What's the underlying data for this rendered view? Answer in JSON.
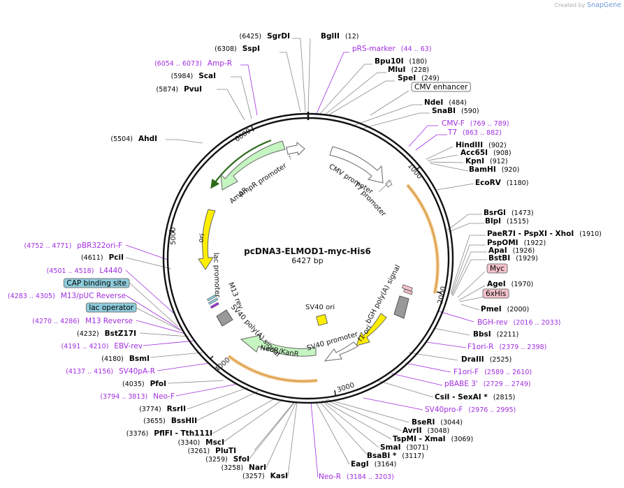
{
  "watermark": {
    "prefix": "Created by",
    "brand": "SnapGene"
  },
  "plasmid": {
    "name": "pcDNA3-ELMOD1-myc-His6",
    "length": "6427 bp"
  },
  "ticks": [
    "1000",
    "2000",
    "3000",
    "4000",
    "5000",
    "6000"
  ],
  "features": [
    {
      "name": "AmpR promoter"
    },
    {
      "name": "AmpR"
    },
    {
      "name": "ori"
    },
    {
      "name": "CMV promoter"
    },
    {
      "name": "T7 promoter"
    },
    {
      "name": "lac promoter"
    },
    {
      "name": "M13 rev"
    },
    {
      "name": "SV40 poly(A) signal"
    },
    {
      "name": "NeoR/KanR"
    },
    {
      "name": "SV40 promoter"
    },
    {
      "name": "f1 ori"
    },
    {
      "name": "bGH poly(A) signal"
    },
    {
      "name": "SV40 ori"
    }
  ],
  "labels": [
    {
      "t": "e",
      "text": "SgrDI",
      "pos": "(6425)"
    },
    {
      "t": "e",
      "text": "SspI",
      "pos": "(6308)"
    },
    {
      "t": "p",
      "text": "Amp-R",
      "pos": "(6054 .. 6073)"
    },
    {
      "t": "e",
      "text": "ScaI",
      "pos": "(5984)"
    },
    {
      "t": "e",
      "text": "PvuI",
      "pos": "(5874)"
    },
    {
      "t": "e",
      "text": "AhdI",
      "pos": "(5504)"
    },
    {
      "t": "e",
      "text": "BglII",
      "pos": "(12)"
    },
    {
      "t": "p",
      "text": "pRS-marker",
      "pos": "(44 .. 63)"
    },
    {
      "t": "e",
      "text": "Bpu10I",
      "pos": "(180)"
    },
    {
      "t": "e",
      "text": "MluI",
      "pos": "(228)"
    },
    {
      "t": "e",
      "text": "SpeI",
      "pos": "(249)"
    },
    {
      "t": "b",
      "text": "CMV enhancer"
    },
    {
      "t": "e",
      "text": "NdeI",
      "pos": "(484)"
    },
    {
      "t": "e",
      "text": "SnaBI",
      "pos": "(590)"
    },
    {
      "t": "p",
      "text": "CMV-F",
      "pos": "(769 .. 789)"
    },
    {
      "t": "p",
      "text": "T7",
      "pos": "(863 .. 882)"
    },
    {
      "t": "e",
      "text": "HindIII",
      "pos": "(902)"
    },
    {
      "t": "e",
      "text": "Acc65I",
      "pos": "(908)"
    },
    {
      "t": "e",
      "text": "KpnI",
      "pos": "(912)"
    },
    {
      "t": "e",
      "text": "BamHI",
      "pos": "(920)"
    },
    {
      "t": "e",
      "text": "EcoRV",
      "pos": "(1180)"
    },
    {
      "t": "e",
      "text": "BsrGI",
      "pos": "(1473)"
    },
    {
      "t": "e",
      "text": "BlpI",
      "pos": "(1515)"
    },
    {
      "t": "e",
      "text": "PaeR7I - PspXI - XhoI",
      "pos": "(1910)"
    },
    {
      "t": "e",
      "text": "PspOMI",
      "pos": "(1922)"
    },
    {
      "t": "e",
      "text": "ApaI",
      "pos": "(1926)"
    },
    {
      "t": "e",
      "text": "BstBI",
      "pos": "(1929)"
    },
    {
      "t": "m",
      "text": "Myc"
    },
    {
      "t": "e",
      "text": "AgeI",
      "pos": "(1970)"
    },
    {
      "t": "m",
      "text": "6xHis"
    },
    {
      "t": "e",
      "text": "PmeI",
      "pos": "(2000)"
    },
    {
      "t": "p",
      "text": "BGH-rev",
      "pos": "(2016 .. 2033)"
    },
    {
      "t": "e",
      "text": "BbsI",
      "pos": "(2211)"
    },
    {
      "t": "p",
      "text": "F1ori-R",
      "pos": "(2379 .. 2398)"
    },
    {
      "t": "e",
      "text": "DraIII",
      "pos": "(2525)"
    },
    {
      "t": "p",
      "text": "F1ori-F",
      "pos": "(2589 .. 2610)"
    },
    {
      "t": "p",
      "text": "pBABE 3'",
      "pos": "(2729 .. 2749)"
    },
    {
      "t": "e",
      "text": "CsiI - SexAI *",
      "pos": "(2815)"
    },
    {
      "t": "p",
      "text": "SV40pro-F",
      "pos": "(2976 .. 2995)"
    },
    {
      "t": "e",
      "text": "BseRI",
      "pos": "(3044)"
    },
    {
      "t": "e",
      "text": "AvrII",
      "pos": "(3048)"
    },
    {
      "t": "e",
      "text": "TspMI - XmaI",
      "pos": "(3069)"
    },
    {
      "t": "e",
      "text": "SmaI",
      "pos": "(3071)"
    },
    {
      "t": "e",
      "text": "BsaBI *",
      "pos": "(3117)"
    },
    {
      "t": "e",
      "text": "EagI",
      "pos": "(3164)"
    },
    {
      "t": "p",
      "text": "Neo-R",
      "pos": "(3184 .. 3203)"
    },
    {
      "t": "e",
      "text": "KasI",
      "pos": "(3257)"
    },
    {
      "t": "e",
      "text": "NarI",
      "pos": "(3258)"
    },
    {
      "t": "e",
      "text": "SfoI",
      "pos": "(3259)"
    },
    {
      "t": "e",
      "text": "PluTI",
      "pos": "(3261)"
    },
    {
      "t": "e",
      "text": "MscI",
      "pos": "(3340)"
    },
    {
      "t": "e",
      "text": "PflFI - Tth111I",
      "pos": "(3376)"
    },
    {
      "t": "e",
      "text": "BssHII",
      "pos": "(3655)"
    },
    {
      "t": "e",
      "text": "RsrII",
      "pos": "(3774)"
    },
    {
      "t": "p",
      "text": "Neo-F",
      "pos": "(3794 .. 3813)"
    },
    {
      "t": "e",
      "text": "PfoI",
      "pos": "(4035)"
    },
    {
      "t": "p",
      "text": "SV40pA-R",
      "pos": "(4137 .. 4156)"
    },
    {
      "t": "e",
      "text": "BsmI",
      "pos": "(4180)"
    },
    {
      "t": "p",
      "text": "EBV-rev",
      "pos": "(4191 .. 4210)"
    },
    {
      "t": "e",
      "text": "BstZ17I",
      "pos": "(4232)"
    },
    {
      "t": "p",
      "text": "M13 Reverse",
      "pos": "(4270 .. 4286)"
    },
    {
      "t": "b",
      "text": "lac operator"
    },
    {
      "t": "p",
      "text": "M13/pUC Reverse",
      "pos": "(4283 .. 4305)"
    },
    {
      "t": "b",
      "text": "CAP binding site"
    },
    {
      "t": "p",
      "text": "L4440",
      "pos": "(4501 .. 4518)"
    },
    {
      "t": "e",
      "text": "PciI",
      "pos": "(4611)"
    },
    {
      "t": "p",
      "text": "pBR322ori-F",
      "pos": "(4752 .. 4771)"
    }
  ],
  "colors": {
    "primer": "#a12de0",
    "amp": "#c5f5c1",
    "ori": "#ffee00",
    "orf": "#f2c889",
    "box_blue": "#8ccbdb",
    "box_pink": "#f4c2cb"
  }
}
